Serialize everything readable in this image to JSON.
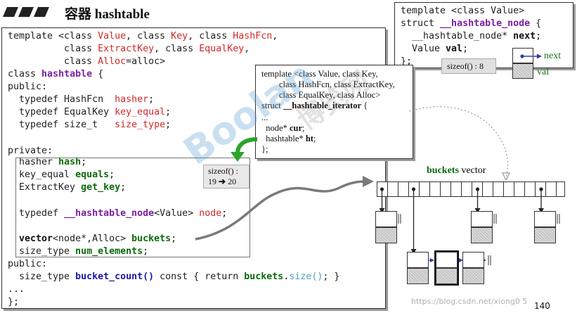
{
  "header": {
    "title": "容器 hashtable"
  },
  "main_code": {
    "l1": {
      "a": "template <class ",
      "b": "Value",
      "c": ", class ",
      "d": "Key",
      "e": ", class ",
      "f": "HashFcn",
      "g": ","
    },
    "l2": {
      "a": "          class ",
      "b": "ExtractKey",
      "c": ", class ",
      "d": "EqualKey",
      "e": ","
    },
    "l3": {
      "a": "          class ",
      "b": "Alloc",
      "c": "=alloc>"
    },
    "l4": {
      "a": "class ",
      "b": "hashtable",
      "c": " {"
    },
    "l5": "public:",
    "l6": {
      "a": "  typedef HashFcn  ",
      "b": "hasher",
      "c": ";"
    },
    "l7": {
      "a": "  typedef EqualKey ",
      "b": "key_equal",
      "c": ";"
    },
    "l8": {
      "a": "  typedef size_t   ",
      "b": "size_type",
      "c": ";"
    },
    "l9": "private:",
    "l10": {
      "a": "  hasher ",
      "b": "hash",
      "c": ";"
    },
    "l11": {
      "a": "  key_equal ",
      "b": "equals",
      "c": ";"
    },
    "l12": {
      "a": "  ExtractKey ",
      "b": "get_key",
      "c": ";"
    },
    "l13": {
      "a": "  typedef ",
      "b": "__hashtable_node",
      "c": "<Value> ",
      "d": "node",
      "e": ";"
    },
    "l14": {
      "a": "  vector",
      "b": "<node*,Alloc> ",
      "c": "buckets",
      "d": ";"
    },
    "l15": {
      "a": "  size_type ",
      "b": "num_elements",
      "c": ";"
    },
    "l16": "public:",
    "l17": {
      "a": "  size_type ",
      "b": "bucket_count()",
      "c": " const { return ",
      "d": "buckets",
      "e": ".",
      "f": "size()",
      "g": "; }"
    },
    "l18": "...",
    "l19": "};",
    "vector_kw": "vector"
  },
  "sizeof_main": {
    "label": "sizeof() :",
    "from": "19",
    "arrow": "➔",
    "to": "20"
  },
  "node_struct": {
    "l1": "template <class Value>",
    "l2": {
      "a": "struct ",
      "b": "__hashtable_node",
      "c": " {"
    },
    "l3": {
      "a": "  __hashtable_node* ",
      "b": "next",
      "c": ";"
    },
    "l4": {
      "a": "  Value ",
      "b": "val",
      "c": ";"
    },
    "l5": "};",
    "sizeof": "sizeof() : 8",
    "next_label": "next",
    "val_label": "val"
  },
  "iterator_struct": {
    "l1": "template <class Value, class Key,",
    "l2": "        class HashFcn, class ExtractKey,",
    "l3": "        class EqualKey, class Alloc>",
    "l4": {
      "a": "struct ",
      "b": "__hashtable_iterator",
      "c": " {"
    },
    "l5": "...",
    "l6": {
      "a": "  node* ",
      "b": "cur",
      "c": ";"
    },
    "l7": {
      "a": "  hashtable* ",
      "b": "ht",
      "c": ";"
    },
    "l8": "};"
  },
  "buckets_label": {
    "name": "buckets",
    "type": "vector"
  },
  "watermark": {
    "brand": "Boolan",
    "cn": "博览网"
  },
  "footer": {
    "url": "https://blog.csdn.net/xiong0 5",
    "page": "140"
  },
  "colors": {
    "red": "#d22828",
    "purple": "#7b1fa2",
    "green": "#0b6b0b",
    "blue": "#1a1aa6",
    "node_pointer": "#2c3e9c",
    "arrow_green": "#2aa52a"
  }
}
